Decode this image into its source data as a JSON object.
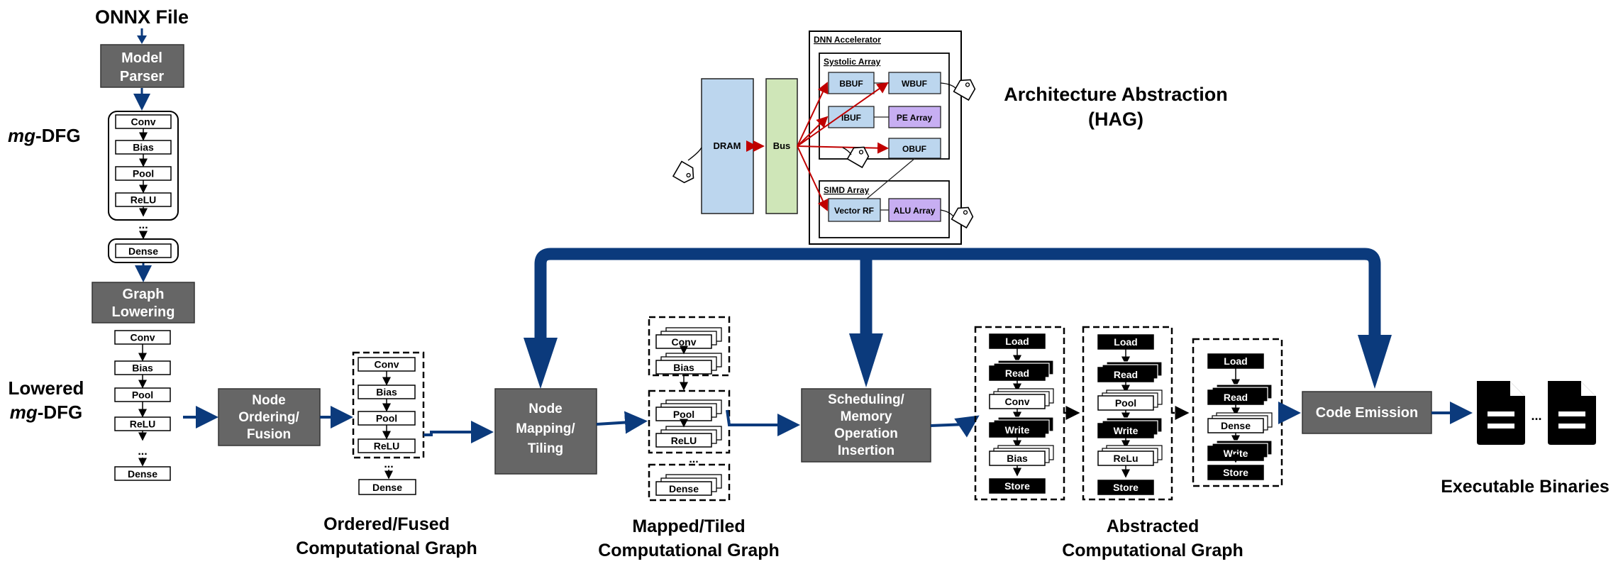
{
  "colors": {
    "navy": "#0b3a7c",
    "dark_box": "#666666",
    "light_blue": "#bcd6ee",
    "light_green": "#cfe6b8",
    "purple": "#c7aef2",
    "red": "#c00000"
  },
  "left_pipeline": {
    "onnx_title": "ONNX File",
    "parser_line1": "Model",
    "parser_line2": "Parser",
    "mgdfg_mg": "mg",
    "mgdfg_rest": "-DFG",
    "mgdfg_nodes": [
      "Conv",
      "Bias",
      "Pool",
      "ReLU"
    ],
    "ellipsis": "...",
    "dense": "Dense",
    "lowering_line1": "Graph",
    "lowering_line2": "Lowering",
    "lowered_nodes": [
      "Conv",
      "Bias",
      "Pool",
      "ReLU"
    ],
    "lowered_label_line1": "Lowered",
    "lowered_label_mg": "mg",
    "lowered_label_rest": "-DFG"
  },
  "architecture": {
    "title_line1": "Architecture Abstraction",
    "title_line2": "(HAG)",
    "dnn_accelerator": "DNN Accelerator",
    "systolic_array": "Systolic Array",
    "simd_array": "SIMD Array",
    "dram": "DRAM",
    "bus": "Bus",
    "bbuf": "BBUF",
    "wbuf": "WBUF",
    "ibuf": "IBUF",
    "pe_array": "PE Array",
    "obuf": "OBUF",
    "vector_rf": "Vector RF",
    "alu_array": "ALU Array"
  },
  "stages": {
    "node_ordering": [
      "Node",
      "Ordering/",
      "Fusion"
    ],
    "node_mapping": [
      "Node",
      "Mapping/",
      "Tiling"
    ],
    "scheduling": [
      "Scheduling/",
      "Memory",
      "Operation",
      "Insertion"
    ],
    "code_emission": "Code Emission"
  },
  "ordered_graph": {
    "nodes": [
      "Conv",
      "Bias",
      "Pool",
      "ReLU"
    ],
    "ellipsis": "...",
    "dense": "Dense",
    "caption_line1": "Ordered/Fused",
    "caption_line2": "Computational Graph"
  },
  "mapped_graph": {
    "group1": [
      "Conv",
      "Bias"
    ],
    "group2": [
      "Pool",
      "ReLU"
    ],
    "ellipsis": "...",
    "dense": "Dense",
    "caption_line1": "Mapped/Tiled",
    "caption_line2": "Computational Graph"
  },
  "abstracted_graph": {
    "col1": [
      "Load",
      "Read",
      "Conv",
      "Write",
      "Bias",
      "Store"
    ],
    "col2": [
      "Load",
      "Read",
      "Pool",
      "Write",
      "ReLu",
      "Store"
    ],
    "col3": [
      "Load",
      "Read",
      "Dense",
      "Write",
      "Store"
    ],
    "caption_line1": "Abstracted",
    "caption_line2": "Computational Graph"
  },
  "binaries": {
    "ellipsis": "...",
    "caption": "Executable Binaries"
  }
}
